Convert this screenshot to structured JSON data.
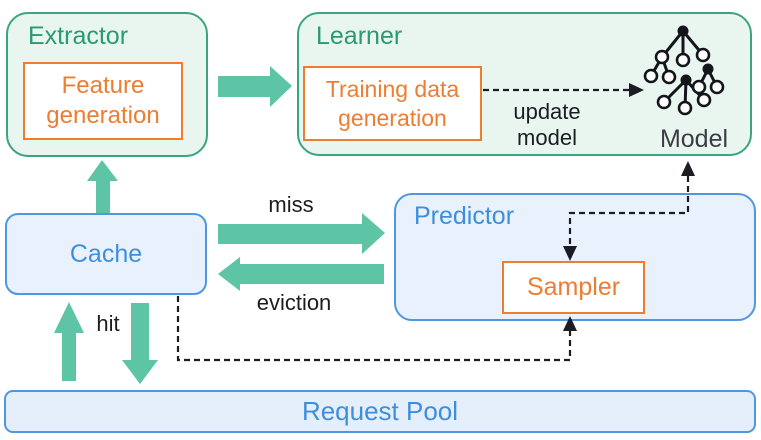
{
  "colors": {
    "green_border": "#3aa57d",
    "green_text": "#2b9a72",
    "green_fill": "#e9f6f0",
    "arrow_green": "#5ec4a6",
    "orange": "#ed7d31",
    "blue_border": "#4f97e0",
    "blue_text": "#3d8fdd",
    "blue_fill": "#e9f2fc",
    "dashed_line": "#1c1c24"
  },
  "nodes": {
    "extractor": {
      "title": "Extractor",
      "feature_generation": "Feature generation"
    },
    "learner": {
      "title": "Learner",
      "training_data_generation": "Training data generation",
      "model": "Model"
    },
    "cache": {
      "title": "Cache"
    },
    "predictor": {
      "title": "Predictor",
      "sampler": "Sampler"
    },
    "request_pool": {
      "title": "Request Pool"
    }
  },
  "labels": {
    "miss": "miss",
    "eviction": "eviction",
    "hit": "hit",
    "update_model": "update model"
  },
  "icons": {
    "model_icon": "decision-tree-forest-icon"
  }
}
